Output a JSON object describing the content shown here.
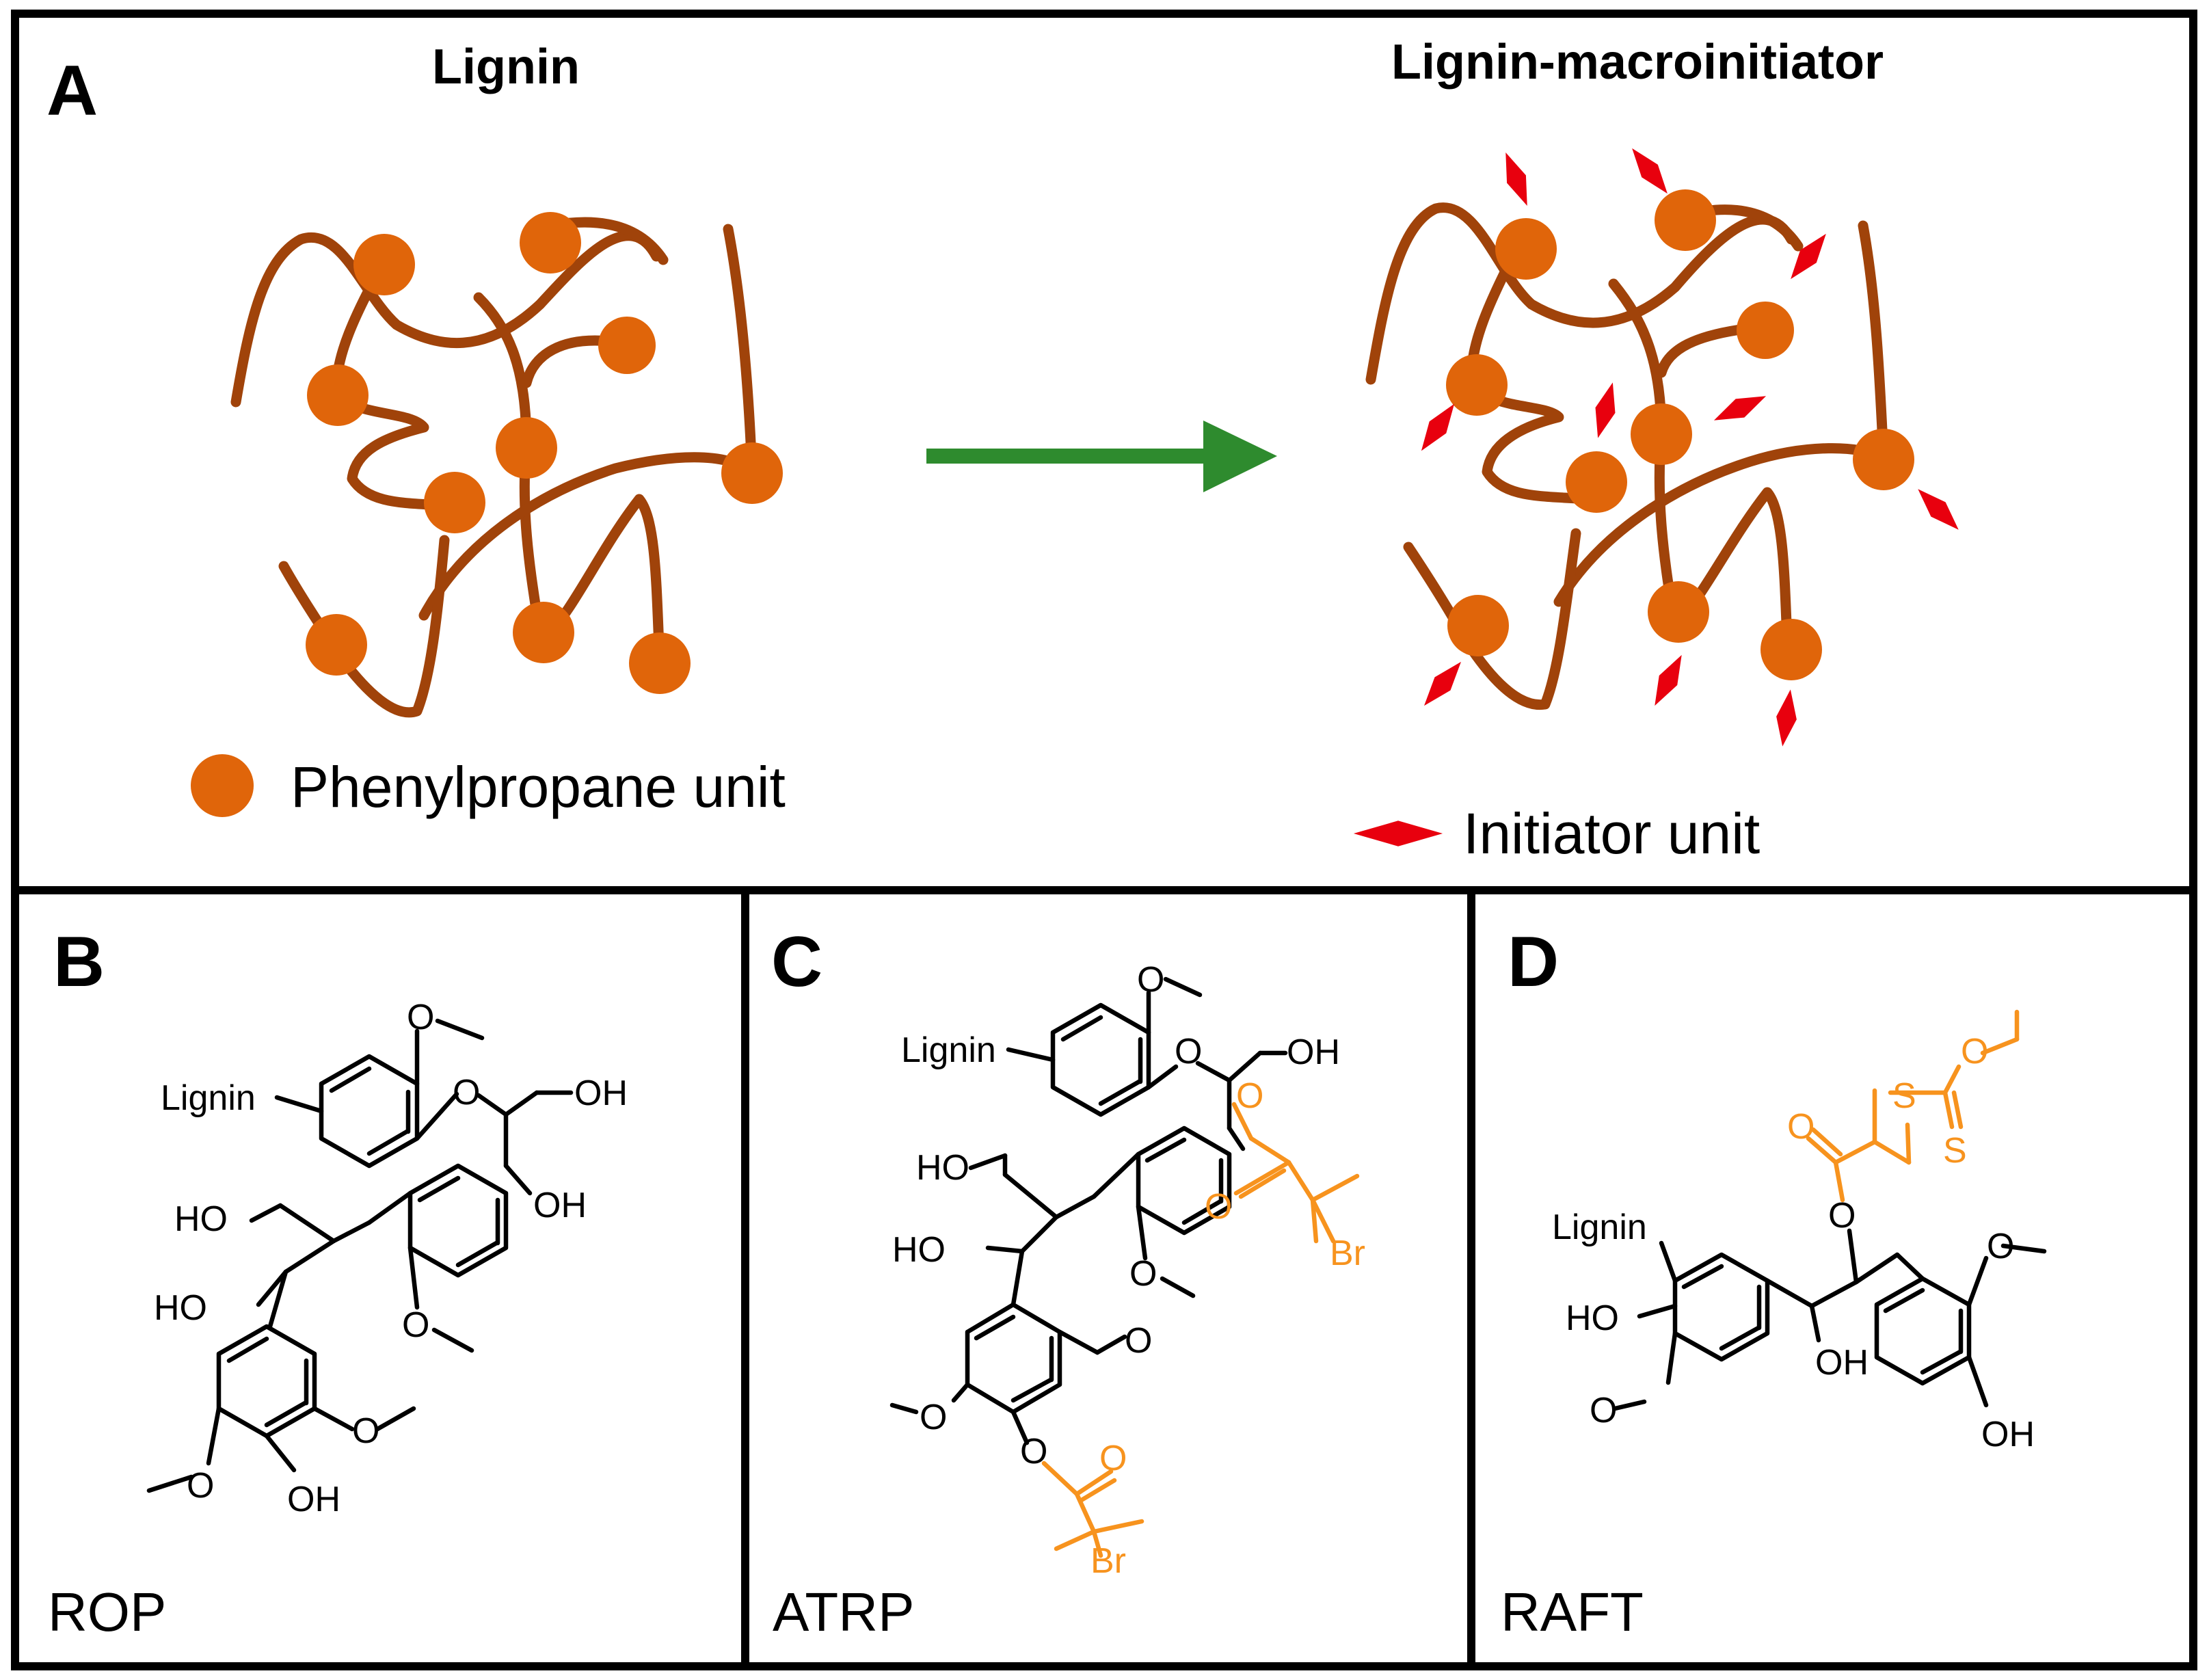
{
  "panel_a": {
    "letter": "A",
    "left_title": "Lignin",
    "right_title": "Lignin-macroinitiator",
    "legend_phenylpropane": "Phenylpropane unit",
    "legend_initiator": "Initiator unit"
  },
  "panel_b": {
    "letter": "B",
    "method": "ROP"
  },
  "panel_c": {
    "letter": "C",
    "method": "ATRP"
  },
  "panel_d": {
    "letter": "D",
    "method": "RAFT"
  },
  "atoms": {
    "lignin": "Lignin",
    "oh": "OH",
    "ho": "HO",
    "o": "O",
    "br": "Br",
    "s": "S"
  },
  "colors": {
    "chain": "#A0430A",
    "unit": "#E0650A",
    "initiator": "#E8000E",
    "arrow": "#2E8B2E",
    "highlight": "#F7931E"
  },
  "icons": {
    "reaction_arrow": "right-arrow-icon",
    "phenylpropane_unit": "orange-circle-icon",
    "initiator_unit": "red-diamond-icon"
  }
}
